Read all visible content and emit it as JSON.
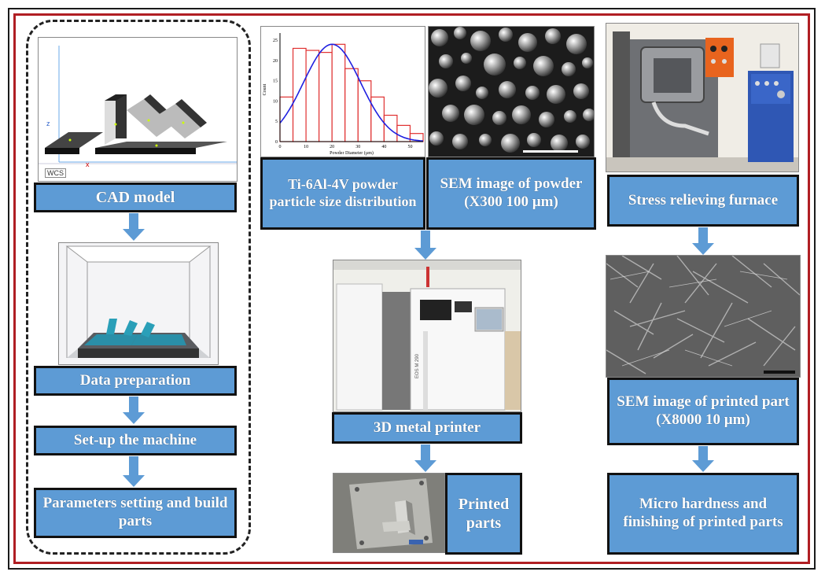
{
  "labels": {
    "cad_model": "CAD model",
    "data_preparation": "Data preparation",
    "setup_machine": "Set-up the machine",
    "parameters": "Parameters setting and build parts",
    "powder_psd": "Ti-6Al-4V powder particle size distribution",
    "sem_powder": "SEM image of powder (X300 100 µm)",
    "metal_printer": "3D metal printer",
    "printed_parts": "Printed parts",
    "stress_furnace": "Stress relieving furnace",
    "sem_printed": "SEM image of printed part (X8000 10 µm)",
    "micro_hardness": "Micro hardness and finishing of printed parts"
  },
  "cad": {
    "wcs": "WCS",
    "axis_x": "x",
    "axis_z": "z"
  },
  "printer": {
    "model_text": "EOS M 290"
  },
  "chart_data": {
    "type": "bar",
    "xlabel": "Powder Diameter (µm)",
    "ylabel": "Count",
    "x_ticks": [
      0,
      10,
      20,
      30,
      40,
      50
    ],
    "y_ticks": [
      0,
      5,
      10,
      15,
      20,
      25
    ],
    "xlim": [
      0,
      55
    ],
    "ylim": [
      0,
      26
    ],
    "bin_width": 5,
    "bins_start": [
      0,
      5,
      10,
      15,
      20,
      25,
      30,
      35,
      40,
      45,
      50
    ],
    "values": [
      11,
      23,
      22.5,
      22,
      24,
      18,
      15,
      11,
      6.5,
      4,
      2
    ],
    "fit_curve": {
      "type": "gaussian",
      "peak": 24,
      "mean": 20,
      "sigma": 11,
      "color": "#2020e0"
    },
    "bar_color": "#e03030"
  },
  "colors": {
    "label_bg": "#5d9bd5",
    "frame_red": "#b01e23",
    "arrow": "#5d9bd5"
  }
}
